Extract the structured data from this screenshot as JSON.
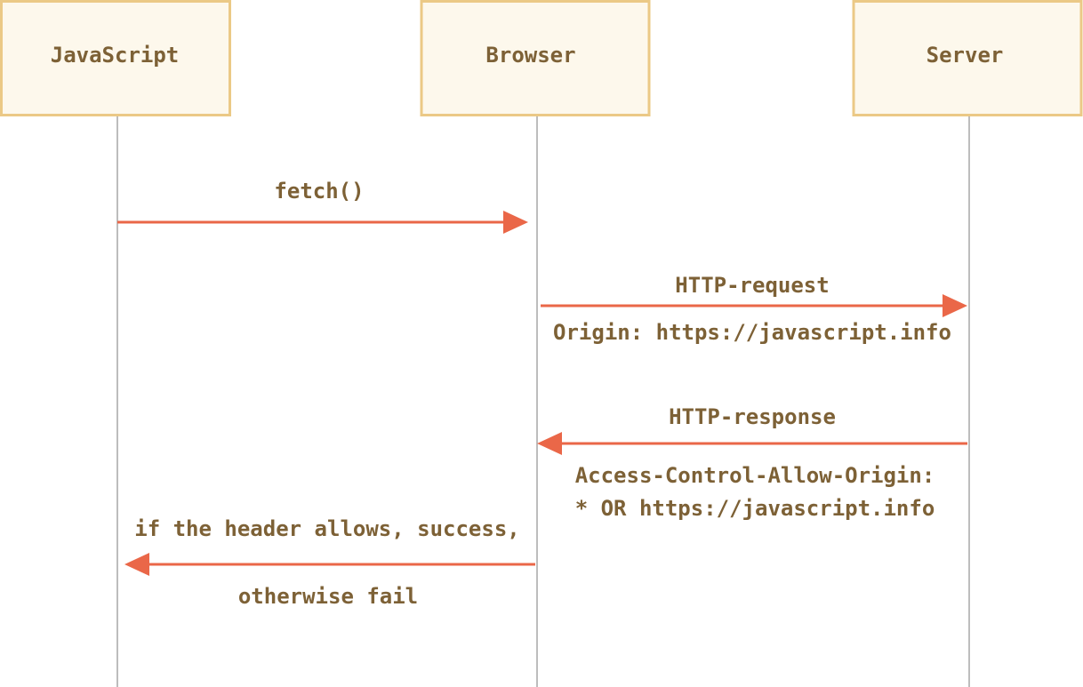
{
  "actors": {
    "javascript": "JavaScript",
    "browser": "Browser",
    "server": "Server"
  },
  "messages": {
    "fetch": "fetch()",
    "http_request": "HTTP-request",
    "origin_header": "Origin: https://javascript.info",
    "http_response": "HTTP-response",
    "acao_header_line1": "Access-Control-Allow-Origin:",
    "acao_header_line2": "* OR https://javascript.info",
    "result_line1": "if the header allows, success,",
    "result_line2": "otherwise fail"
  },
  "colors": {
    "actor_fill": "#fdf8ec",
    "actor_border": "#ebc986",
    "arrow": "#ea6748",
    "text": "#7d6136",
    "lifeline": "#a7a7a7"
  }
}
